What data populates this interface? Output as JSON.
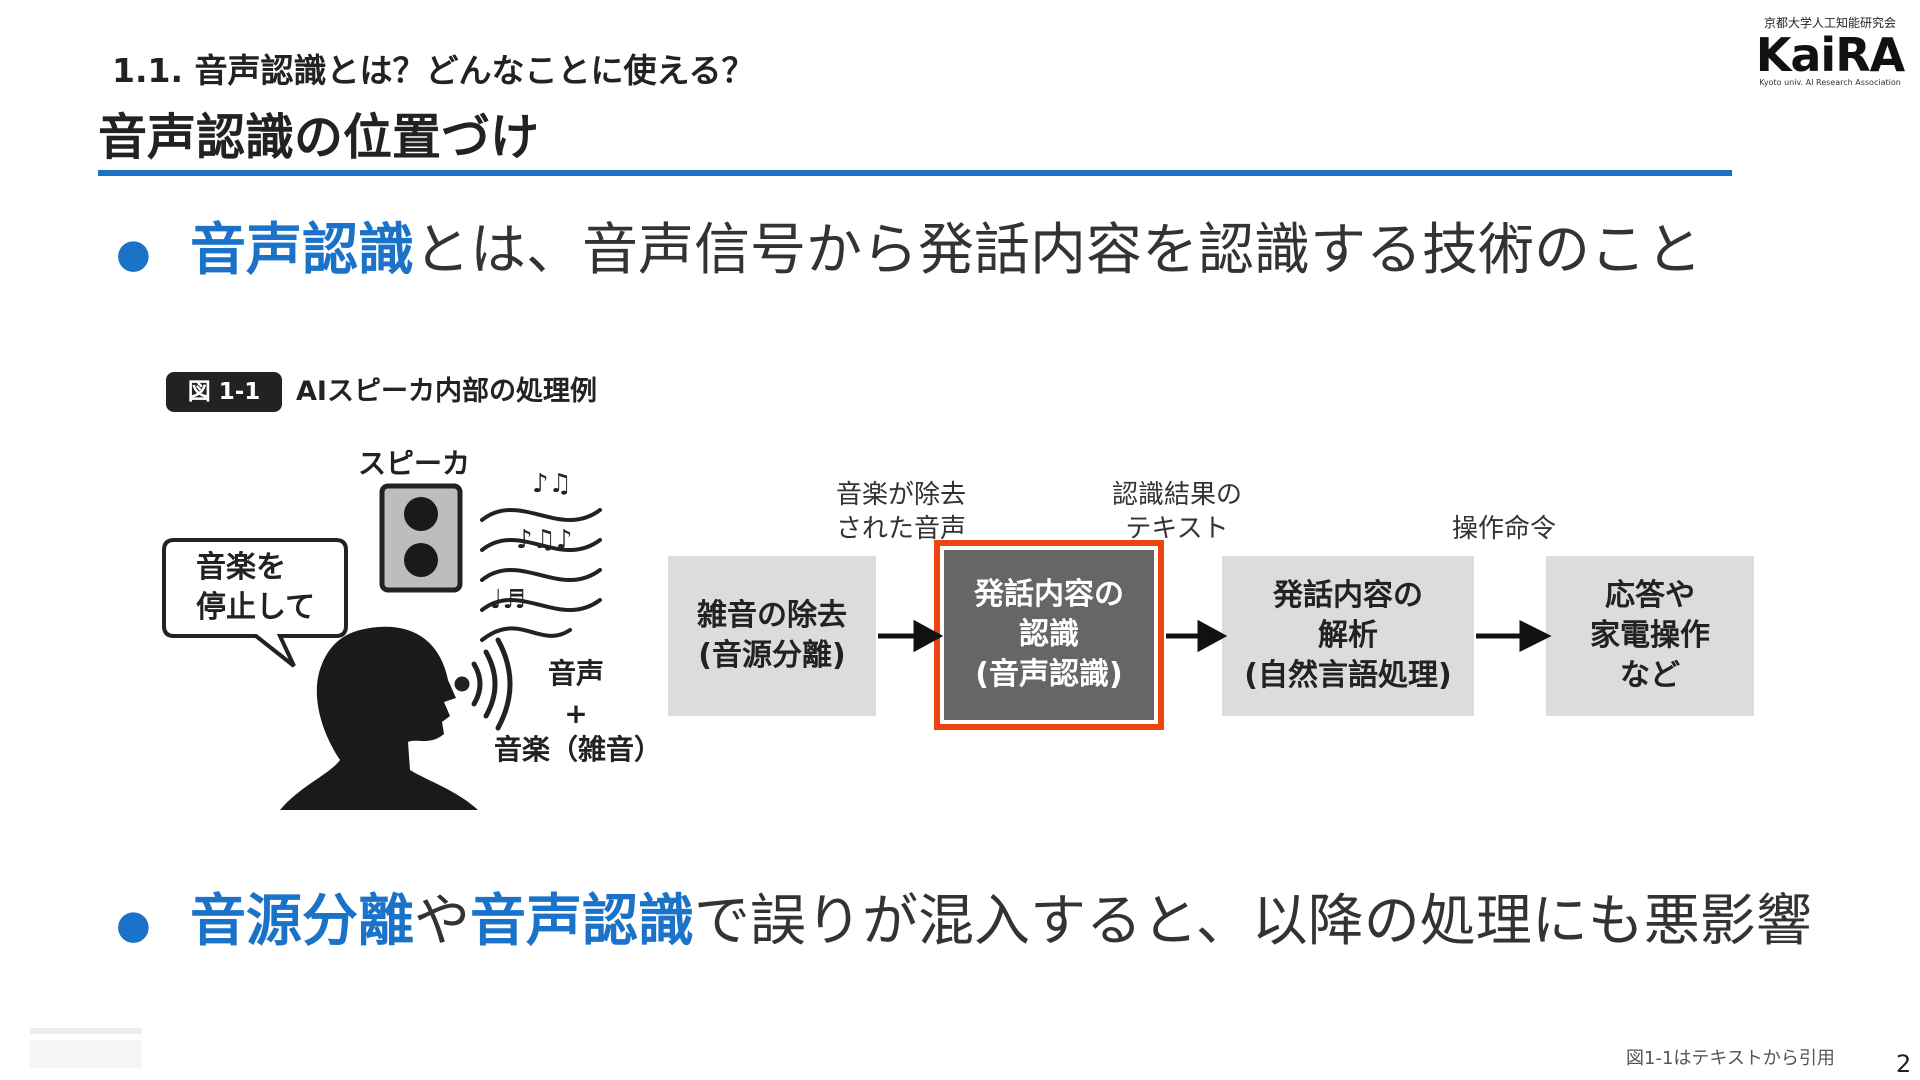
{
  "header": {
    "section_title": "1.1. 音声認識とは？どんなことに使える？",
    "page_title": "音声認識の位置づけ"
  },
  "logo": {
    "org": "京都大学人工知能研究会",
    "brand": "KaiRA",
    "sub": "Kyoto univ. AI Research Association"
  },
  "bullets": [
    {
      "hl1": "音声認識",
      "rest": "とは、音声信号から発話内容を認識する技術のこと"
    },
    {
      "hl1": "音源分離",
      "mid": "や",
      "hl2": "音声認識",
      "rest": "で誤りが混入すると、以降の処理にも悪影響"
    }
  ],
  "figure": {
    "label": "図 1-1",
    "title": "AIスピーカ内部の処理例",
    "speaker_label": "スピーカ",
    "bubble_line1": "音楽を",
    "bubble_line2": "停止して",
    "voice_line1": "音声",
    "voice_plus": "+",
    "voice_line2": "音楽（雑音）",
    "boxes": {
      "noise_l1": "雑音の除去",
      "noise_l2": "(音源分離)",
      "asr_l1": "発話内容の",
      "asr_l2": "認識",
      "asr_l3": "(音声認識)",
      "nlu_l1": "発話内容の",
      "nlu_l2": "解析",
      "nlu_l3": "(自然言語処理)",
      "resp_l1": "応答や",
      "resp_l2": "家電操作",
      "resp_l3": "など"
    },
    "arrow_labels": {
      "music_removed_l1": "音楽が除去",
      "music_removed_l2": "された音声",
      "recog_text_l1": "認識結果の",
      "recog_text_l2": "テキスト",
      "op": "操作命令"
    },
    "highlight_color": "#ee4411"
  },
  "footer": {
    "footnote": "図1-1はテキストから引用",
    "page_number": "2"
  },
  "colors": {
    "accent": "#1a73c8",
    "highlight_box": "#ee4411"
  }
}
